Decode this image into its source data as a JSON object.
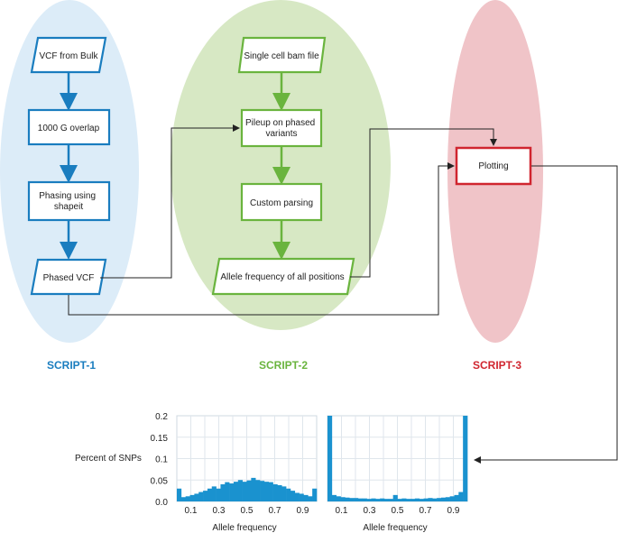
{
  "colors": {
    "blue": "#1a7dbf",
    "blue_fill_ellipse": "#dcecf8",
    "green": "#6ab43e",
    "green_fill_ellipse": "#d7e8c4",
    "red": "#d0252f",
    "red_fill_ellipse": "#f0c4c8",
    "bar": "#1a92cf",
    "arrow": "#222222"
  },
  "script1": {
    "label": "SCRIPT-1",
    "nodes": [
      "VCF from Bulk",
      "1000 G overlap",
      "Phasing using shapeit",
      "Phased VCF"
    ]
  },
  "script2": {
    "label": "SCRIPT-2",
    "nodes": [
      "Single cell bam file",
      "Pileup on phased variants",
      "Custom parsing",
      "Allele frequency of all positions"
    ]
  },
  "script3": {
    "label": "SCRIPT-3",
    "nodes": [
      "Plotting"
    ]
  },
  "plots": {
    "ylabel": "Percent of SNPs",
    "xlabel": "Allele frequency"
  },
  "chart_data": [
    {
      "type": "bar",
      "xlabel": "Allele frequency",
      "ylabel": "Percent of SNPs",
      "ylim": [
        0,
        0.2
      ],
      "yticks": [
        "0.2",
        "0.15",
        "0.1",
        "0.05",
        "0.0"
      ],
      "xticks": [
        "0.1",
        "0.3",
        "0.5",
        "0.7",
        "0.9"
      ],
      "grid": true,
      "values": [
        0.03,
        0.01,
        0.012,
        0.015,
        0.018,
        0.022,
        0.025,
        0.03,
        0.035,
        0.03,
        0.04,
        0.045,
        0.042,
        0.046,
        0.05,
        0.046,
        0.049,
        0.055,
        0.05,
        0.048,
        0.046,
        0.045,
        0.04,
        0.038,
        0.035,
        0.03,
        0.025,
        0.02,
        0.018,
        0.015,
        0.012,
        0.03
      ]
    },
    {
      "type": "bar",
      "xlabel": "Allele frequency",
      "ylim": [
        0,
        0.2
      ],
      "xticks": [
        "0.1",
        "0.3",
        "0.5",
        "0.7",
        "0.9"
      ],
      "grid": true,
      "values": [
        0.2,
        0.015,
        0.012,
        0.01,
        0.009,
        0.008,
        0.008,
        0.007,
        0.007,
        0.006,
        0.007,
        0.006,
        0.007,
        0.006,
        0.006,
        0.015,
        0.006,
        0.007,
        0.006,
        0.006,
        0.007,
        0.006,
        0.007,
        0.008,
        0.007,
        0.008,
        0.009,
        0.01,
        0.012,
        0.015,
        0.022,
        0.2
      ]
    }
  ]
}
